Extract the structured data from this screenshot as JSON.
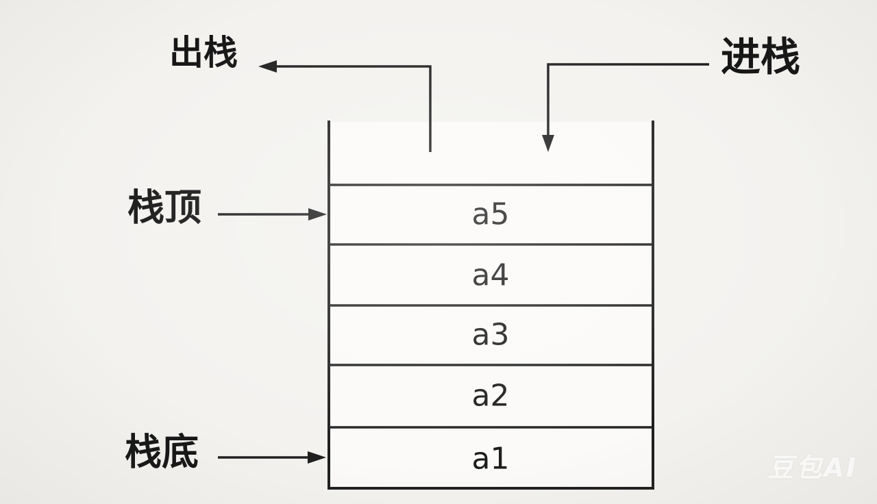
{
  "stack": {
    "labels": {
      "pop": "出栈",
      "push": "进栈",
      "top": "栈顶",
      "bottom": "栈底"
    },
    "items": [
      "a5",
      "a4",
      "a3",
      "a2",
      "a1"
    ],
    "watermark": "豆包AI",
    "colors": {
      "background": "#f3f2ef",
      "container_fill": "#fbfaf8",
      "line": "#1f1f1f",
      "text": "#161616",
      "watermark": "#f9f8f6"
    }
  }
}
